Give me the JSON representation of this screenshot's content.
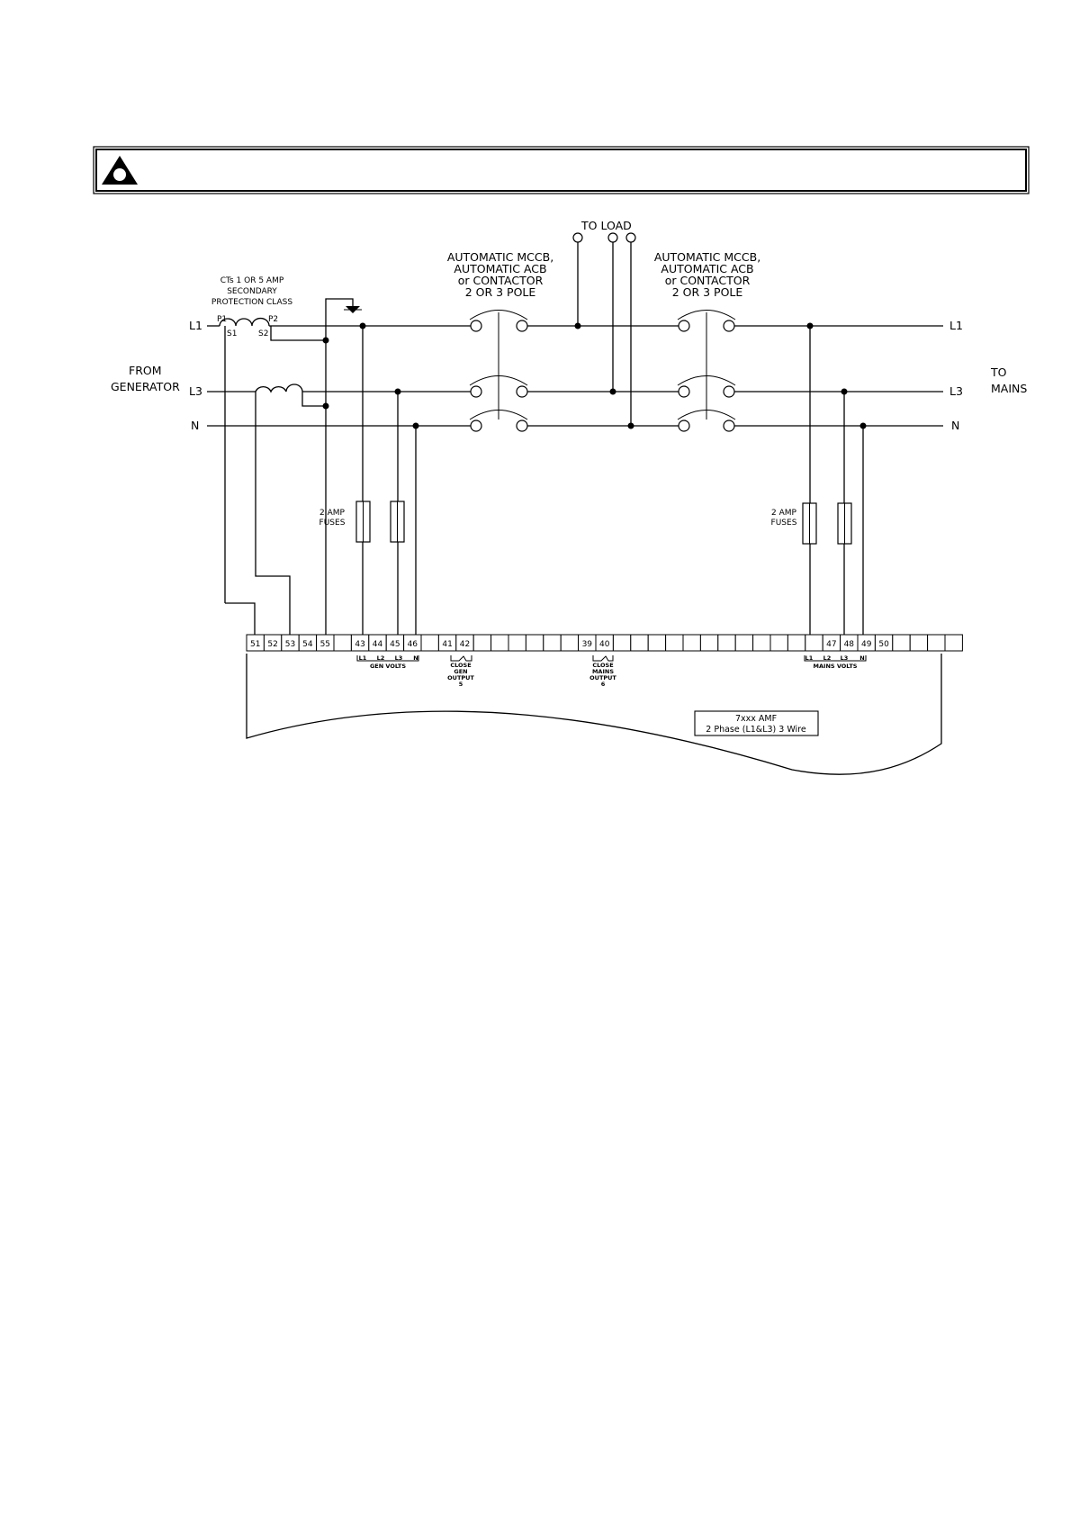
{
  "labels": {
    "from_generator": [
      "FROM",
      "GENERATOR"
    ],
    "to_mains": [
      "TO",
      "MAINS"
    ],
    "to_load": "TO LOAD",
    "ct_note": [
      "CTs 1 OR 5 AMP",
      "SECONDARY",
      "PROTECTION CLASS"
    ],
    "p1": "P1",
    "p2": "P2",
    "s1": "S1",
    "s2": "S2",
    "breaker_gen": [
      "AUTOMATIC MCCB,",
      "AUTOMATIC ACB",
      "or CONTACTOR",
      "2 OR 3 POLE"
    ],
    "breaker_mains": [
      "AUTOMATIC MCCB,",
      "AUTOMATIC ACB",
      "or CONTACTOR",
      "2 OR 3 POLE"
    ],
    "fuses_gen": [
      "2 AMP",
      "FUSES"
    ],
    "fuses_mains": [
      "2 AMP",
      "FUSES"
    ],
    "lines_left": [
      "L1",
      "L3",
      "N"
    ],
    "lines_right": [
      "L1",
      "L3",
      "N"
    ]
  },
  "terminals": [
    "51",
    "52",
    "53",
    "54",
    "55",
    "",
    "43",
    "44",
    "45",
    "46",
    "",
    "41",
    "42",
    "",
    "",
    "",
    "",
    "",
    "",
    "39",
    "40",
    "",
    "",
    "",
    "",
    "",
    "",
    "",
    "",
    "",
    "",
    "",
    "",
    "47",
    "48",
    "49",
    "50",
    "",
    "",
    "",
    ""
  ],
  "gen_volts": {
    "phases": [
      "L1",
      "L2",
      "L3",
      "N"
    ],
    "label": "GEN VOLTS"
  },
  "mains_volts": {
    "phases": [
      "L1",
      "L2",
      "L3",
      "N"
    ],
    "label": "MAINS VOLTS"
  },
  "output5": [
    "CLOSE",
    "GEN",
    "OUTPUT",
    "5"
  ],
  "output6": [
    "CLOSE",
    "MAINS",
    "OUTPUT",
    "6"
  ],
  "module": [
    "7xxx AMF",
    "2 Phase (L1&L3) 3 Wire"
  ]
}
